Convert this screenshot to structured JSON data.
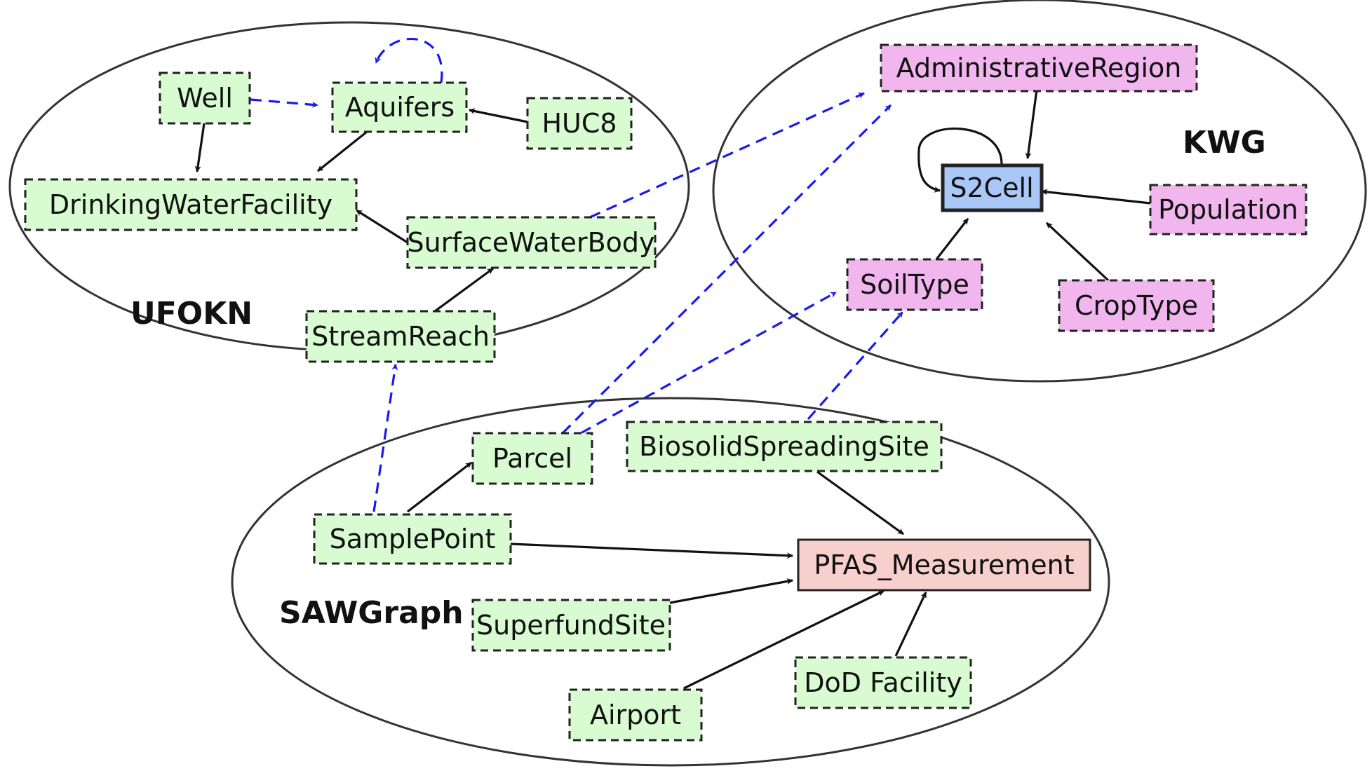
{
  "colors": {
    "green_node": "#d8fbd2",
    "pink_node": "#f1b6ee",
    "blue_node": "#a9c8f7",
    "red_node": "#f7cfcc",
    "black_edge": "#111111",
    "blue_edge": "#1a1aee"
  },
  "groups": {
    "ufokn": "UFOKN",
    "kwg": "KWG",
    "sawgraph": "SAWGraph"
  },
  "nodes": {
    "well": "Well",
    "aquifers": "Aquifers",
    "huc8": "HUC8",
    "drinking_water_facility": "DrinkingWaterFacility",
    "surface_water_body": "SurfaceWaterBody",
    "stream_reach": "StreamReach",
    "administrative_region": "AdministrativeRegion",
    "s2cell": "S2Cell",
    "population": "Population",
    "soil_type": "SoilType",
    "crop_type": "CropType",
    "parcel": "Parcel",
    "biosolid_spreading_site": "BiosolidSpreadingSite",
    "sample_point": "SamplePoint",
    "pfas_measurement": "PFAS_Measurement",
    "superfund_site": "SuperfundSite",
    "dod_facility": "DoD Facility",
    "airport": "Airport"
  },
  "edges": [
    {
      "from": "well",
      "to": "aquifers",
      "style": "dashed-blue"
    },
    {
      "from": "aquifers",
      "to": "aquifers",
      "style": "dashed-blue"
    },
    {
      "from": "huc8",
      "to": "aquifers",
      "style": "solid-black"
    },
    {
      "from": "well",
      "to": "drinking_water_facility",
      "style": "solid-black"
    },
    {
      "from": "aquifers",
      "to": "drinking_water_facility",
      "style": "solid-black"
    },
    {
      "from": "surface_water_body",
      "to": "drinking_water_facility",
      "style": "solid-black"
    },
    {
      "from": "stream_reach",
      "to": "surface_water_body",
      "style": "solid-black"
    },
    {
      "from": "surface_water_body",
      "to": "administrative_region",
      "style": "dashed-blue"
    },
    {
      "from": "administrative_region",
      "to": "s2cell",
      "style": "solid-black"
    },
    {
      "from": "s2cell",
      "to": "s2cell",
      "style": "solid-black"
    },
    {
      "from": "population",
      "to": "s2cell",
      "style": "solid-black"
    },
    {
      "from": "soil_type",
      "to": "s2cell",
      "style": "solid-black"
    },
    {
      "from": "crop_type",
      "to": "s2cell",
      "style": "solid-black"
    },
    {
      "from": "parcel",
      "to": "administrative_region",
      "style": "dashed-blue"
    },
    {
      "from": "parcel",
      "to": "soil_type",
      "style": "dashed-blue"
    },
    {
      "from": "biosolid_spreading_site",
      "to": "soil_type",
      "style": "dashed-blue"
    },
    {
      "from": "sample_point",
      "to": "stream_reach",
      "style": "dashed-blue"
    },
    {
      "from": "sample_point",
      "to": "parcel",
      "style": "solid-black"
    },
    {
      "from": "sample_point",
      "to": "pfas_measurement",
      "style": "solid-black"
    },
    {
      "from": "biosolid_spreading_site",
      "to": "pfas_measurement",
      "style": "solid-black"
    },
    {
      "from": "superfund_site",
      "to": "pfas_measurement",
      "style": "solid-black"
    },
    {
      "from": "airport",
      "to": "pfas_measurement",
      "style": "solid-black"
    },
    {
      "from": "dod_facility",
      "to": "pfas_measurement",
      "style": "solid-black"
    }
  ]
}
